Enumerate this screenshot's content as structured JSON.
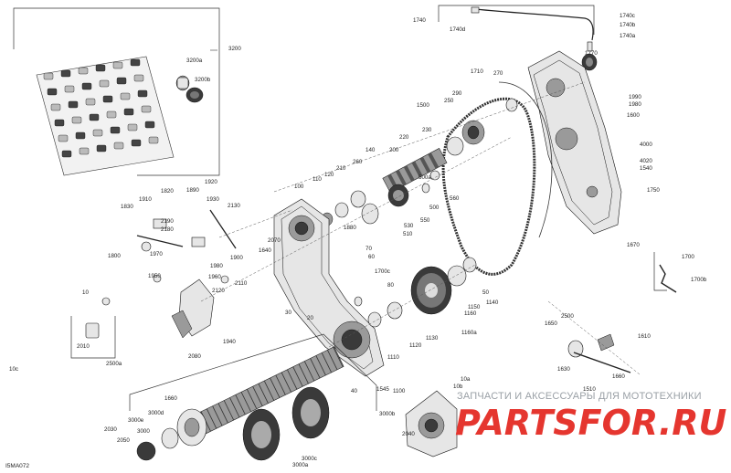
{
  "diagram_code": "I5MA072",
  "watermark": {
    "tagline": "ЗАПЧАСТИ И АКСЕССУАРЫ ДЛЯ МОТОТЕХНИКИ",
    "brand": "PARTSFOR.RU"
  },
  "callouts": [
    {
      "id": "1740"
    },
    {
      "id": "1740d"
    },
    {
      "id": "1740c"
    },
    {
      "id": "1740b"
    },
    {
      "id": "1740a"
    },
    {
      "id": "1770"
    },
    {
      "id": "3200"
    },
    {
      "id": "3200a"
    },
    {
      "id": "3200b"
    },
    {
      "id": "1710"
    },
    {
      "id": "270"
    },
    {
      "id": "290"
    },
    {
      "id": "250"
    },
    {
      "id": "1500"
    },
    {
      "id": "230"
    },
    {
      "id": "220"
    },
    {
      "id": "200"
    },
    {
      "id": "1990"
    },
    {
      "id": "1980"
    },
    {
      "id": "1600"
    },
    {
      "id": "4000"
    },
    {
      "id": "4020"
    },
    {
      "id": "1540"
    },
    {
      "id": "1750"
    },
    {
      "id": "140"
    },
    {
      "id": "260"
    },
    {
      "id": "210"
    },
    {
      "id": "120"
    },
    {
      "id": "110"
    },
    {
      "id": "100"
    },
    {
      "id": "500a"
    },
    {
      "id": "560"
    },
    {
      "id": "500"
    },
    {
      "id": "550"
    },
    {
      "id": "530"
    },
    {
      "id": "510"
    },
    {
      "id": "1880"
    },
    {
      "id": "70"
    },
    {
      "id": "60"
    },
    {
      "id": "1920"
    },
    {
      "id": "1890"
    },
    {
      "id": "1930"
    },
    {
      "id": "1910"
    },
    {
      "id": "1820"
    },
    {
      "id": "2130"
    },
    {
      "id": "2190"
    },
    {
      "id": "2180"
    },
    {
      "id": "1830"
    },
    {
      "id": "1800"
    },
    {
      "id": "1970"
    },
    {
      "id": "1900"
    },
    {
      "id": "1980"
    },
    {
      "id": "1950"
    },
    {
      "id": "1960"
    },
    {
      "id": "2110"
    },
    {
      "id": "2120"
    },
    {
      "id": "1940"
    },
    {
      "id": "2080"
    },
    {
      "id": "2070"
    },
    {
      "id": "1640"
    },
    {
      "id": "1670"
    },
    {
      "id": "1700"
    },
    {
      "id": "1700b"
    },
    {
      "id": "1700c"
    },
    {
      "id": "80"
    },
    {
      "id": "30"
    },
    {
      "id": "20"
    },
    {
      "id": "50"
    },
    {
      "id": "1140"
    },
    {
      "id": "1150"
    },
    {
      "id": "1160"
    },
    {
      "id": "1160a"
    },
    {
      "id": "1130"
    },
    {
      "id": "1120"
    },
    {
      "id": "1110"
    },
    {
      "id": "1100"
    },
    {
      "id": "40"
    },
    {
      "id": "1545"
    },
    {
      "id": "10"
    },
    {
      "id": "2010"
    },
    {
      "id": "2500a"
    },
    {
      "id": "2500"
    },
    {
      "id": "1650"
    },
    {
      "id": "1610"
    },
    {
      "id": "1510"
    },
    {
      "id": "1630"
    },
    {
      "id": "1660"
    },
    {
      "id": "1660"
    },
    {
      "id": "3000d"
    },
    {
      "id": "3000e"
    },
    {
      "id": "3000c"
    },
    {
      "id": "3000a"
    },
    {
      "id": "3000b"
    },
    {
      "id": "3000"
    },
    {
      "id": "2030"
    },
    {
      "id": "2050"
    },
    {
      "id": "2040"
    },
    {
      "id": "10a"
    },
    {
      "id": "10b"
    },
    {
      "id": "10c"
    }
  ]
}
